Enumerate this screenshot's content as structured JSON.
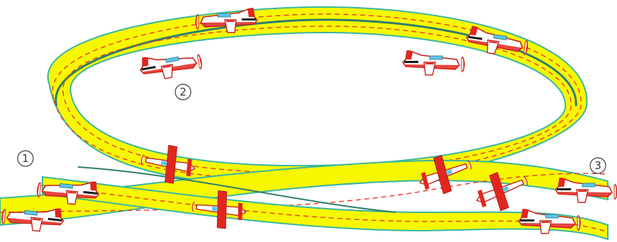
{
  "diagram": {
    "markers": [
      {
        "id": "1",
        "label": "1"
      },
      {
        "id": "2",
        "label": "2"
      },
      {
        "id": "3",
        "label": "3"
      }
    ],
    "ribbon_color": "#f7f700",
    "ribbon_edge_color": "#38b7a0",
    "ribbon_dark_color": "#2f7e6d",
    "path_dash_color": "#e83a2a",
    "plane_fuselage_color": "#ffffff",
    "plane_trim_color": "#e2261e",
    "plane_window_color": "#5cc7ea",
    "plane_stripe_color": "#1a1a1a",
    "planes": [
      {
        "name": "plane-top-1",
        "icon": "airplane-side-icon"
      },
      {
        "name": "plane-top-2",
        "icon": "airplane-side-icon"
      },
      {
        "name": "plane-top-3",
        "icon": "airplane-side-icon"
      },
      {
        "name": "plane-top-4",
        "icon": "airplane-side-icon"
      },
      {
        "name": "plane-left-1",
        "icon": "airplane-side-icon"
      },
      {
        "name": "plane-left-2",
        "icon": "airplane-side-icon"
      },
      {
        "name": "plane-banked-1",
        "icon": "airplane-banked-icon"
      },
      {
        "name": "plane-banked-2",
        "icon": "airplane-banked-icon"
      },
      {
        "name": "plane-banked-3",
        "icon": "airplane-banked-icon"
      },
      {
        "name": "plane-banked-4",
        "icon": "airplane-banked-icon"
      },
      {
        "name": "plane-right-1",
        "icon": "airplane-side-icon"
      },
      {
        "name": "plane-right-2",
        "icon": "airplane-side-icon"
      }
    ]
  }
}
